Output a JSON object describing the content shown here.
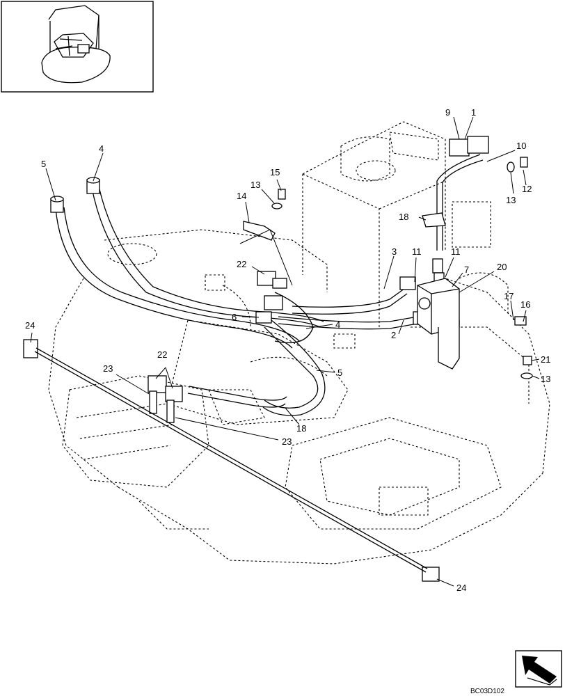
{
  "drawing_code": "BC03D102",
  "labels": {
    "l1": "1",
    "l2": "2",
    "l3": "3",
    "l4a": "4",
    "l4b": "4",
    "l5a": "5",
    "l5b": "5",
    "l6": "6",
    "l7": "7",
    "l9": "9",
    "l10": "10",
    "l11a": "11",
    "l11b": "11",
    "l12": "12",
    "l13a": "13",
    "l13b": "13",
    "l13c": "13",
    "l14": "14",
    "l15": "15",
    "l16": "16",
    "l17": "17",
    "l18a": "18",
    "l18b": "18",
    "l20": "20",
    "l21": "21",
    "l22a": "22",
    "l22b": "22",
    "l23a": "23",
    "l23b": "23",
    "l24a": "24",
    "l24b": "24"
  },
  "icons": {
    "thumbnail": "excavator-thumbnail-icon",
    "nav": "orientation-arrow-icon"
  }
}
